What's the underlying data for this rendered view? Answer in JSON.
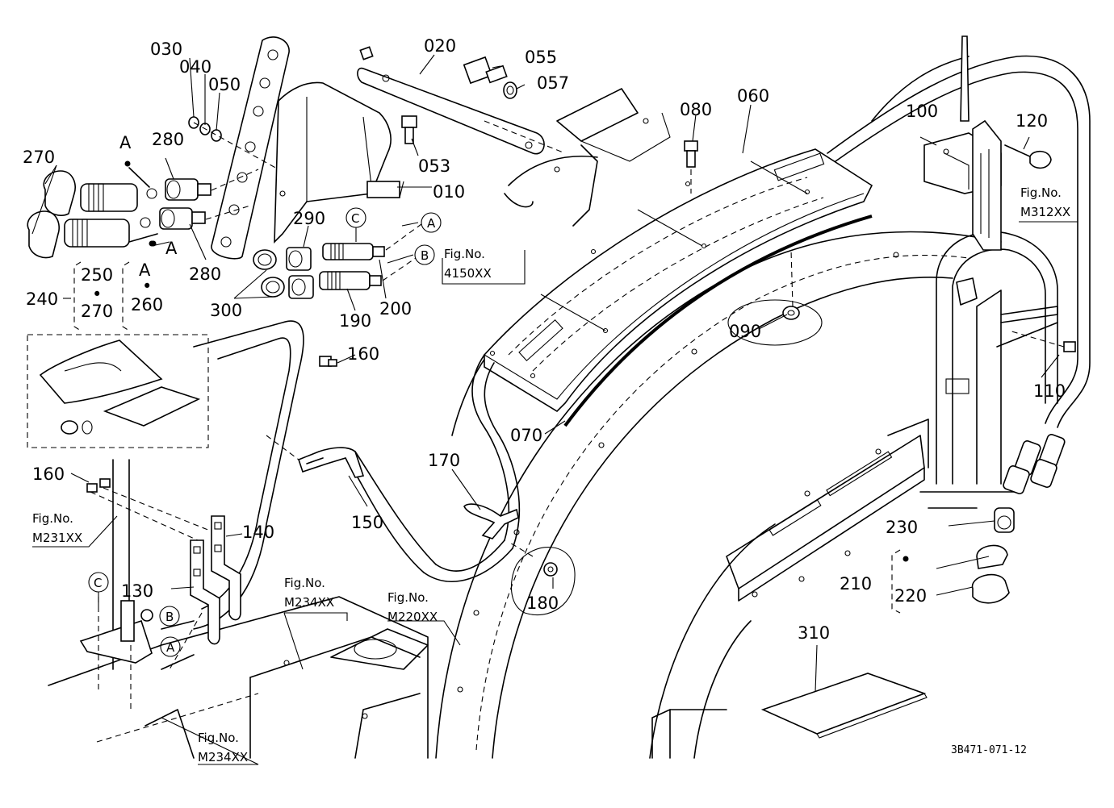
{
  "parts": [
    {
      "id": "part-030",
      "number": "030"
    },
    {
      "id": "part-040",
      "number": "040"
    },
    {
      "id": "part-050",
      "number": "050"
    },
    {
      "id": "part-020",
      "number": "020"
    },
    {
      "id": "part-055",
      "number": "055"
    },
    {
      "id": "part-057",
      "number": "057"
    },
    {
      "id": "part-080",
      "number": "080"
    },
    {
      "id": "part-060",
      "number": "060"
    },
    {
      "id": "part-100",
      "number": "100"
    },
    {
      "id": "part-120",
      "number": "120"
    },
    {
      "id": "part-270-top",
      "number": "270"
    },
    {
      "id": "part-280-top",
      "number": "280"
    },
    {
      "id": "part-053",
      "number": "053"
    },
    {
      "id": "part-010",
      "number": "010"
    },
    {
      "id": "part-290",
      "number": "290"
    },
    {
      "id": "part-280-bottom",
      "number": "280"
    },
    {
      "id": "part-250",
      "number": "250"
    },
    {
      "id": "part-240",
      "number": "240"
    },
    {
      "id": "part-270-mid",
      "number": "270"
    },
    {
      "id": "part-260",
      "number": "260"
    },
    {
      "id": "part-300",
      "number": "300"
    },
    {
      "id": "part-190",
      "number": "190"
    },
    {
      "id": "part-200",
      "number": "200"
    },
    {
      "id": "part-090",
      "number": "090"
    },
    {
      "id": "part-110",
      "number": "110"
    },
    {
      "id": "part-160-top",
      "number": "160"
    },
    {
      "id": "part-070",
      "number": "070"
    },
    {
      "id": "part-170",
      "number": "170"
    },
    {
      "id": "part-160-left",
      "number": "160"
    },
    {
      "id": "part-140",
      "number": "140"
    },
    {
      "id": "part-150",
      "number": "150"
    },
    {
      "id": "part-230",
      "number": "230"
    },
    {
      "id": "part-130",
      "number": "130"
    },
    {
      "id": "part-180",
      "number": "180"
    },
    {
      "id": "part-210",
      "number": "210"
    },
    {
      "id": "part-220",
      "number": "220"
    },
    {
      "id": "part-310",
      "number": "310"
    }
  ],
  "markers": {
    "a_top": "A",
    "a_mid": "A",
    "a_bracket": "A",
    "a_circle": "A",
    "b_circle": "B",
    "c_circle": "C",
    "c_circle_left": "C",
    "b_circle_left": "B",
    "a_circle_left": "A"
  },
  "bullets": {
    "b1": "•",
    "b2": "•"
  },
  "refs": [
    {
      "id": "ref-4150xx",
      "line1": "Fig.No.",
      "line2": "4150XX"
    },
    {
      "id": "ref-m312xx",
      "line1": "Fig.No.",
      "line2": "M312XX"
    },
    {
      "id": "ref-m231xx",
      "line1": "Fig.No.",
      "line2": "M231XX"
    },
    {
      "id": "ref-m234xx-mid",
      "line1": "Fig.No.",
      "line2": "M234XX"
    },
    {
      "id": "ref-m220xx",
      "line1": "Fig.No.",
      "line2": "M220XX"
    },
    {
      "id": "ref-m234xx-bottom",
      "line1": "Fig.No.",
      "line2": "M234XX"
    }
  ],
  "drawing_code": "3B471-071-12"
}
